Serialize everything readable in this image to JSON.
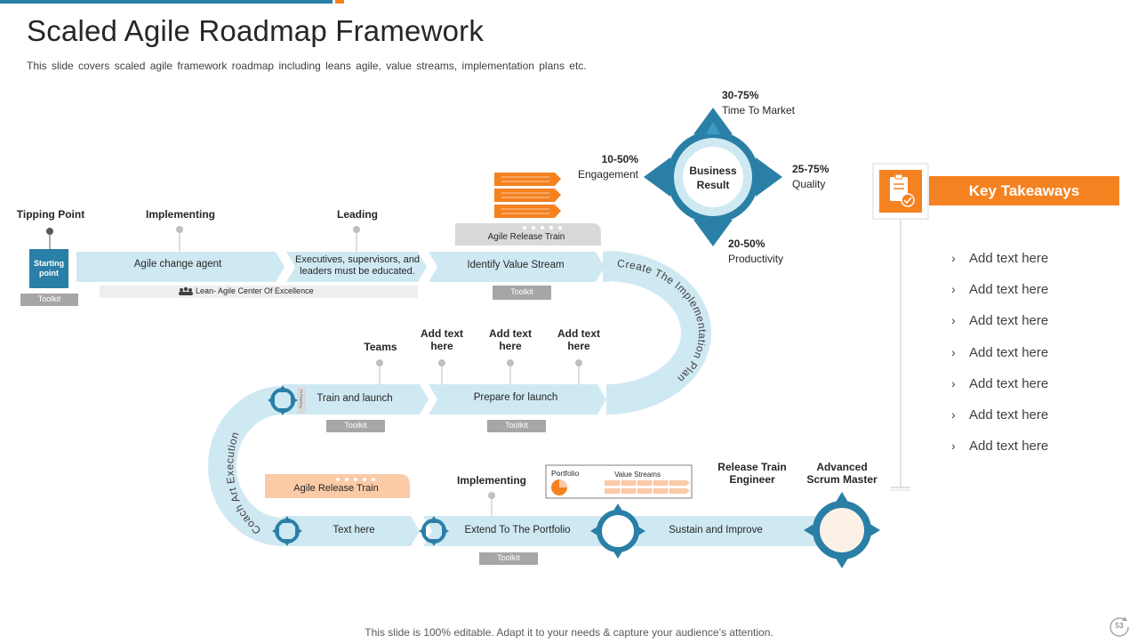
{
  "header": {
    "title": "Scaled Agile Roadmap Framework",
    "subtitle": "This slide covers scaled agile framework roadmap including leans agile, value streams, implementation plans etc."
  },
  "colors": {
    "accent_blue": "#2a7fa6",
    "light_blue": "#cfe9f3",
    "orange": "#f58220",
    "peach": "#fbcaa6",
    "gray": "#a6a6a6"
  },
  "start": {
    "label": "Starting point",
    "toolkit": "Toolkit"
  },
  "top_labels": {
    "tipping_point": "Tipping Point",
    "implementing": "Implementing",
    "leading": "Leading"
  },
  "row1": {
    "agile_change_agent": "Agile change agent",
    "executives": "Executives, supervisors, and leaders must be educated.",
    "identify_value_stream": "Identify Value Stream",
    "toolkit": "Toolkit",
    "lean_bar": "Lean- Agile Center Of Excellence",
    "release_train": "Agile Release Train"
  },
  "curve1": "Create The Implementation Plan",
  "row2": {
    "teams": "Teams",
    "add1": "Add text here",
    "add2": "Add text here",
    "add3": "Add text here",
    "train_launch": "Train and launch",
    "prepare_launch": "Prepare for launch",
    "toolkit": "Toolkit",
    "tiny_tag": "PI Planning"
  },
  "curve2": "Coach Art Execution",
  "row3": {
    "release_train": "Agile Release Train",
    "implementing": "Implementing",
    "portfolio": "Portfolio",
    "value_streams": "Value Streams",
    "release_train_engineer": "Release Train Engineer",
    "advanced_scrum_master": "Advanced Scrum Master",
    "text_here": "Text here",
    "extend_portfolio": "Extend To The Portfolio",
    "sustain_improve": "Sustain and Improve",
    "toolkit": "Toolkit"
  },
  "business": {
    "center": "Business Result",
    "time_pct": "30-75%",
    "time_label": "Time To Market",
    "eng_pct": "10-50%",
    "eng_label": "Engagement",
    "quality_pct": "25-75%",
    "quality_label": "Quality",
    "prod_pct": "20-50%",
    "prod_label": "Productivity"
  },
  "key_takeaways": {
    "title": "Key Takeaways",
    "items": [
      "Add text here",
      "Add text here",
      "Add text here",
      "Add text here",
      "Add text here",
      "Add text here",
      "Add text here"
    ]
  },
  "footer": "This slide is 100% editable. Adapt it to your needs & capture your audience’s attention.",
  "page_number": "53"
}
